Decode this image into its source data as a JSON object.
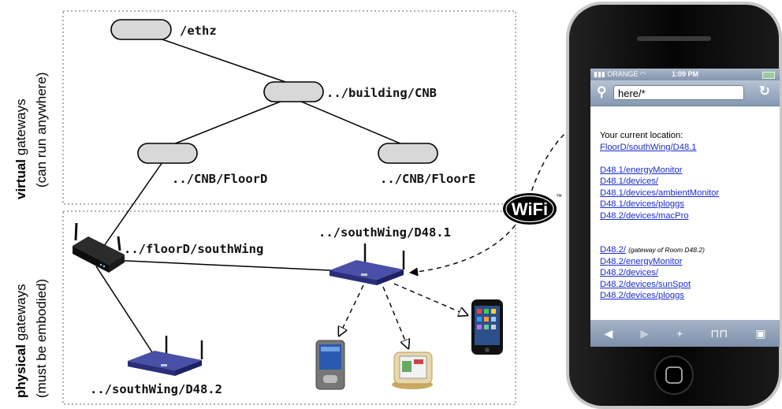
{
  "tree": {
    "ethz": "/ethz",
    "building": "../building/CNB",
    "floorD": "../CNB/FloorD",
    "floorE": "../CNB/FloorE"
  },
  "physical": {
    "southWing": "../floorD/southWing",
    "d481": "../southWing/D48.1",
    "d482": "../southWing/D48.2"
  },
  "side_labels": {
    "virtual_bold": "virtual",
    "virtual_rest": " gateways",
    "virtual_sub": "(can run anywhere)",
    "physical_bold": "physical",
    "physical_rest": " gateways",
    "physical_sub": "(must be embodied)"
  },
  "wifi": {
    "text": "WiFi",
    "tm": "™"
  },
  "phone": {
    "carrier": "ORANGE",
    "time": "1:09 PM",
    "search_value": "here/*",
    "location_heading": "Your current location:",
    "location_link": "FloorD/southWing/D48.1",
    "links_d481": [
      "D48.1/energyMonitor",
      "D48.1/devices/",
      "D48.1/devices/ambientMonitor",
      "D48.1/devices/ploggs",
      "D48.2/devices/macPro"
    ],
    "gateway_link": "D48.2/",
    "gateway_note": "(gateway of Room D48.2)",
    "links_d482": [
      "D48.2/energyMonitor",
      "D48.2/devices/",
      "D48.2/devices/sunSpot",
      "D48.2/devices/ploggs"
    ]
  }
}
